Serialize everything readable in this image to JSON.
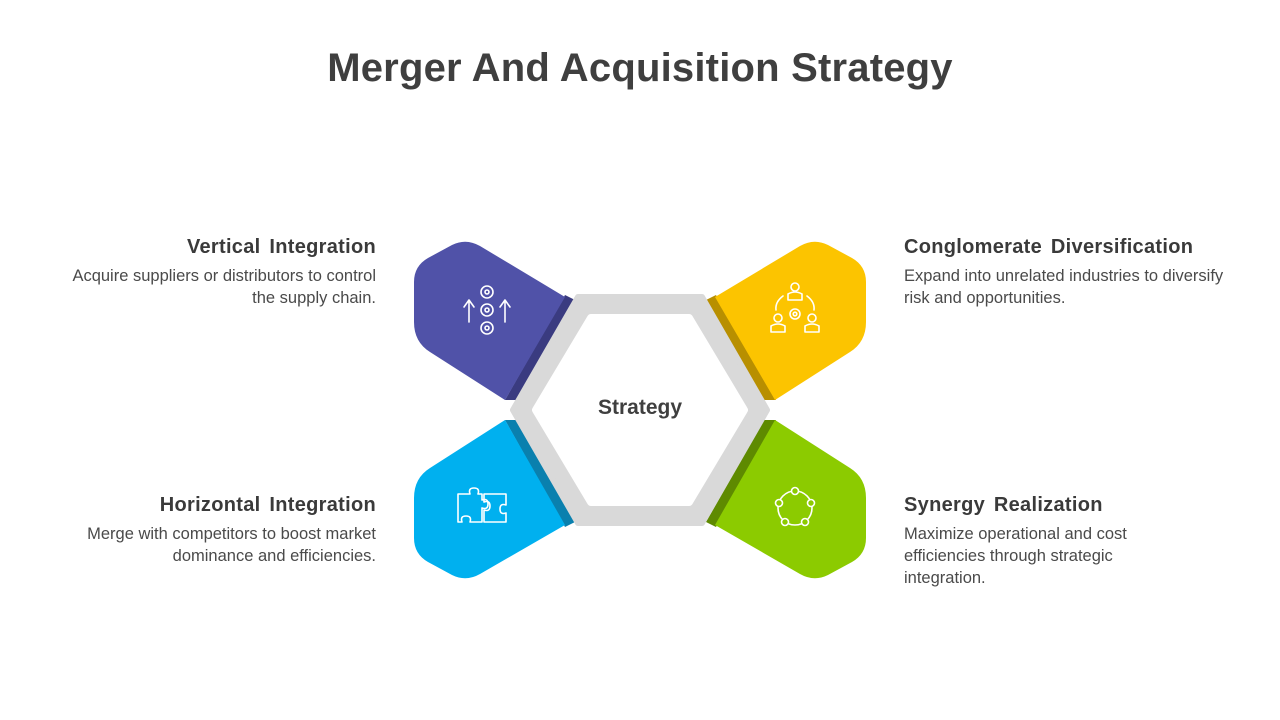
{
  "title": "Merger And Acquisition Strategy",
  "center": {
    "label": "Strategy"
  },
  "colors": {
    "purple": "#5052A8",
    "purple_dark": "#3A3B80",
    "yellow": "#FCC400",
    "yellow_dark": "#B88F00",
    "blue": "#00B0EF",
    "blue_dark": "#0A80AE",
    "green": "#8CCB00",
    "green_dark": "#5E8A00",
    "hex_ring": "#D9D9D9"
  },
  "items": [
    {
      "key": "vertical",
      "heading": "Vertical Integration",
      "description": "Acquire suppliers or distributors to control the supply chain.",
      "icon": "supply-chain-gears-icon"
    },
    {
      "key": "conglomerate",
      "heading": "Conglomerate Diversification",
      "description": "Expand into unrelated industries to diversify risk and opportunities.",
      "icon": "team-cycle-icon"
    },
    {
      "key": "horizontal",
      "heading": "Horizontal Integration",
      "description": "Merge with competitors to boost market dominance and efficiencies.",
      "icon": "puzzle-icon"
    },
    {
      "key": "synergy",
      "heading": "Synergy Realization",
      "description": "Maximize operational and cost efficiencies through strategic integration.",
      "icon": "circular-nodes-icon"
    }
  ]
}
